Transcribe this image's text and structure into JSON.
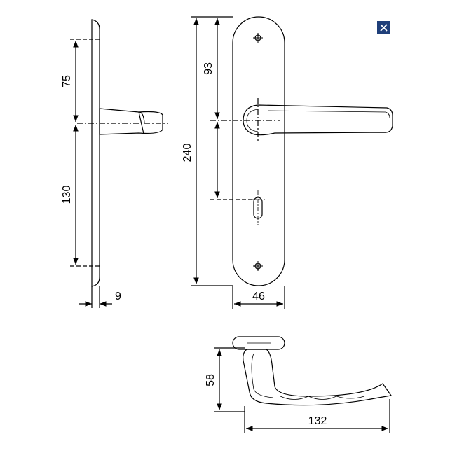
{
  "close_button": {
    "icon": "close-icon",
    "color": "#1f3f7a"
  },
  "dimensions": {
    "upper_spacing": "75",
    "lower_spacing": "130",
    "plate_thickness": "9",
    "upper_hole_to_lever": "93",
    "plate_height": "240",
    "plate_width": "46",
    "lever_height": "58",
    "lever_length": "132"
  }
}
